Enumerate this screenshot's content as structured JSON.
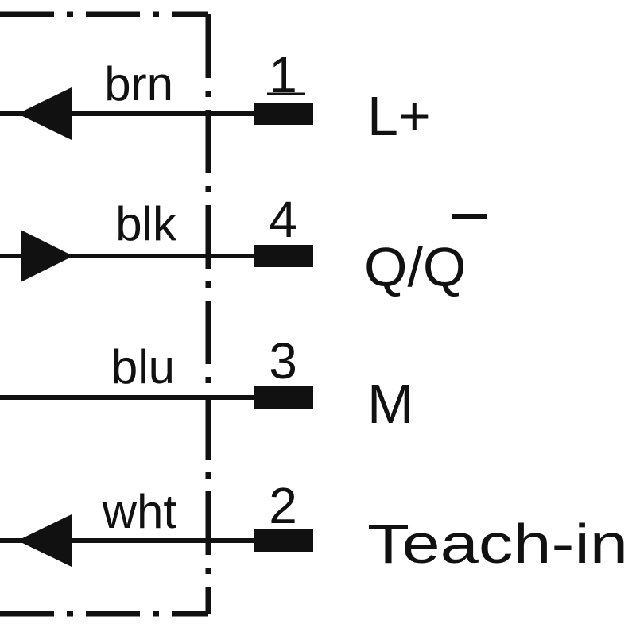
{
  "diagram": {
    "wires": [
      {
        "color": "brn",
        "pin": "1",
        "signal": "L+",
        "direction": "out"
      },
      {
        "color": "blk",
        "pin": "4",
        "signal": "Q/Q",
        "direction": "in",
        "signal_overline_last": true
      },
      {
        "color": "blu",
        "pin": "3",
        "signal": "M",
        "direction": "none"
      },
      {
        "color": "wht",
        "pin": "2",
        "signal": "Teach-in",
        "direction": "out"
      }
    ],
    "line_color": "#111111"
  }
}
